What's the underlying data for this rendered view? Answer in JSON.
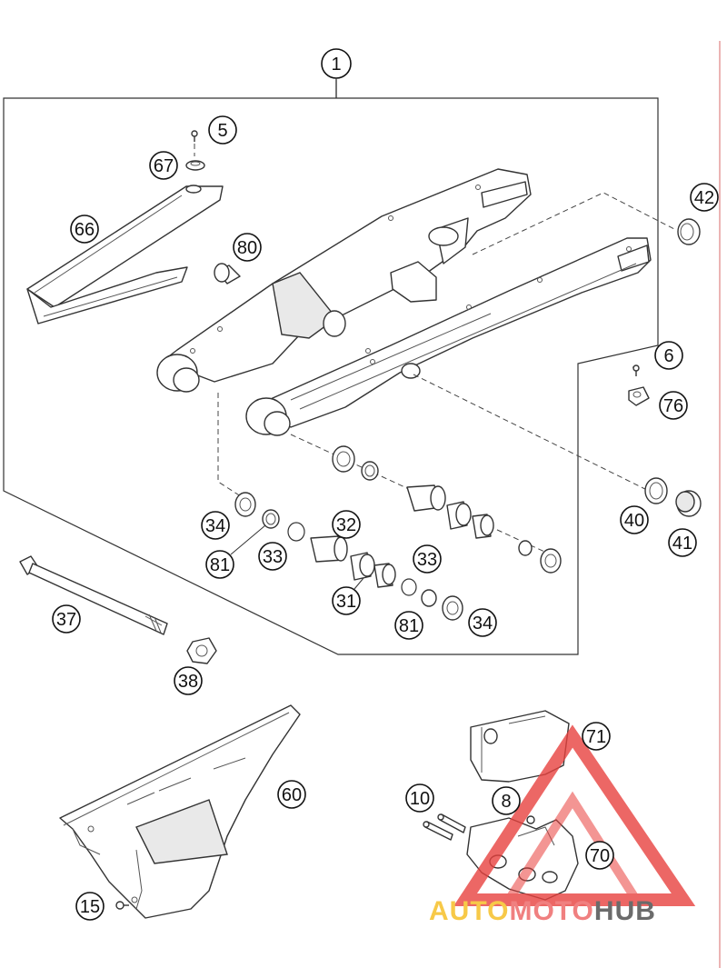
{
  "callouts": {
    "c1": "1",
    "c5": "5",
    "c67": "67",
    "c66": "66",
    "c80": "80",
    "c42": "42",
    "c6": "6",
    "c76": "76",
    "c34a": "34",
    "c81a": "81",
    "c33a": "33",
    "c32": "32",
    "c31": "31",
    "c33b": "33",
    "c81b": "81",
    "c34b": "34",
    "c40": "40",
    "c41": "41",
    "c37": "37",
    "c38": "38",
    "c60": "60",
    "c71": "71",
    "c10": "10",
    "c8": "8",
    "c70": "70",
    "c15": "15"
  },
  "watermark": {
    "part1": "AUTO",
    "part2": "MOTO",
    "part3": "HUB",
    "color1": "#f7c948",
    "color2": "#f08080",
    "color3": "#6b6b6b",
    "triangle_color": "#e8423f"
  }
}
